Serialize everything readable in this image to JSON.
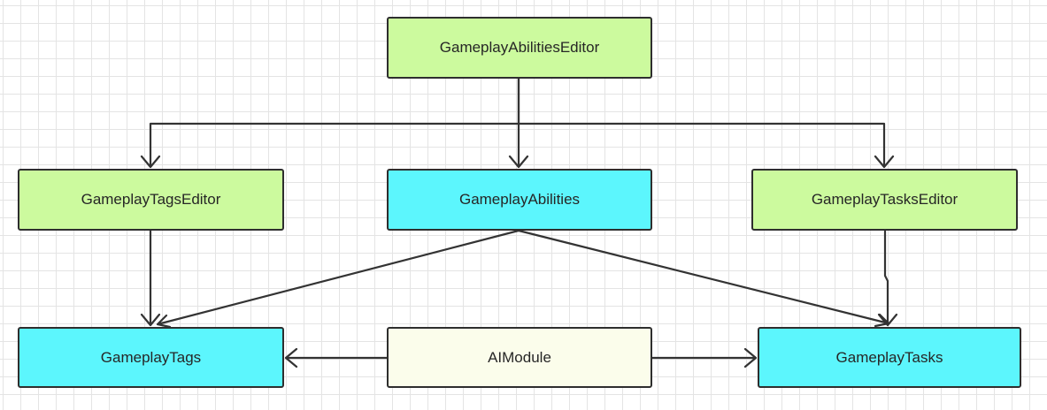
{
  "colors": {
    "editor": "#ccfa9e",
    "runtime": "#5cf6fd",
    "ai": "#fbfdeb",
    "border": "#2e2e2e",
    "edge": "#333333"
  },
  "nodes": {
    "gameplay_abilities_editor": {
      "label": "GameplayAbilitiesEditor",
      "kind": "editor"
    },
    "gameplay_tags_editor": {
      "label": "GameplayTagsEditor",
      "kind": "editor"
    },
    "gameplay_abilities": {
      "label": "GameplayAbilities",
      "kind": "runtime"
    },
    "gameplay_tasks_editor": {
      "label": "GameplayTasksEditor",
      "kind": "editor"
    },
    "gameplay_tags": {
      "label": "GameplayTags",
      "kind": "runtime"
    },
    "ai_module": {
      "label": "AIModule",
      "kind": "ai"
    },
    "gameplay_tasks": {
      "label": "GameplayTasks",
      "kind": "runtime"
    }
  },
  "edges": [
    {
      "from": "gameplay_abilities_editor",
      "to": "gameplay_tags_editor"
    },
    {
      "from": "gameplay_abilities_editor",
      "to": "gameplay_abilities"
    },
    {
      "from": "gameplay_abilities_editor",
      "to": "gameplay_tasks_editor"
    },
    {
      "from": "gameplay_tags_editor",
      "to": "gameplay_tags"
    },
    {
      "from": "gameplay_abilities",
      "to": "gameplay_tags"
    },
    {
      "from": "gameplay_abilities",
      "to": "gameplay_tasks"
    },
    {
      "from": "gameplay_tasks_editor",
      "to": "gameplay_tasks"
    },
    {
      "from": "ai_module",
      "to": "gameplay_tags"
    },
    {
      "from": "ai_module",
      "to": "gameplay_tasks"
    }
  ]
}
